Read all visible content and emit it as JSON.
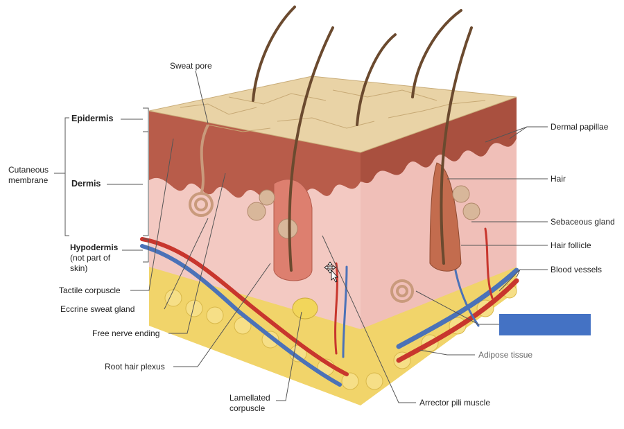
{
  "labels": {
    "sweat_pore": "Sweat pore",
    "epidermis": "Epidermis",
    "dermis": "Dermis",
    "hypodermis": "Hypodermis",
    "hypodermis_note_1": "(not part of",
    "hypodermis_note_2": "skin)",
    "cutaneous_1": "Cutaneous",
    "cutaneous_2": "membrane",
    "tactile_corpuscle": "Tactile corpuscle",
    "eccrine_sweat_gland": "Eccrine sweat gland",
    "free_nerve_ending": "Free nerve ending",
    "root_hair_plexus": "Root hair plexus",
    "lamellated_1": "Lamellated",
    "lamellated_2": "corpuscle",
    "arrector_pili_muscle": "Arrector pili muscle",
    "adipose_tissue": "Adipose tissue",
    "dermal_papillae": "Dermal papillae",
    "hair": "Hair",
    "sebaceous_gland": "Sebaceous gland",
    "hair_follicle": "Hair follicle",
    "blood_vessels": "Blood vessels"
  },
  "colors": {
    "epidermis_top": "#e9d3a6",
    "epidermis_band": "#b85c4a",
    "dermis": "#f3c9c2",
    "adipose": "#f1d46a",
    "artery": "#c8362d",
    "vein": "#4b72b8",
    "hair": "#6b4a2f",
    "label_box": "#4472c4"
  },
  "icons": [
    "cursor-move-icon"
  ]
}
